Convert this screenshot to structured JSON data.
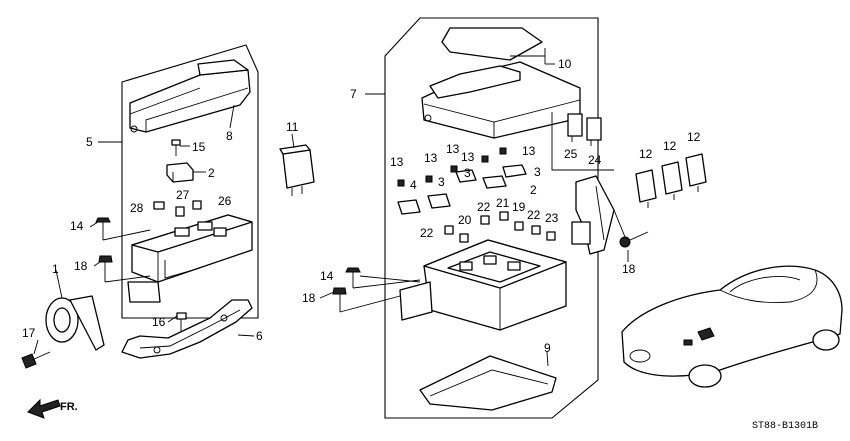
{
  "labels": {
    "l1": "1",
    "l2a": "2",
    "l2b": "2",
    "l3a": "3",
    "l3b": "3",
    "l3c": "3",
    "l4": "4",
    "l5": "5",
    "l6": "6",
    "l7": "7",
    "l8": "8",
    "l9": "9",
    "l10": "10",
    "l11": "11",
    "l12a": "12",
    "l12b": "12",
    "l12c": "12",
    "l13a": "13",
    "l13b": "13",
    "l13c": "13",
    "l13d": "13",
    "l13e": "13",
    "l14a": "14",
    "l14b": "14",
    "l15": "15",
    "l16": "16",
    "l17": "17",
    "l18a": "18",
    "l18b": "18",
    "l18c": "18",
    "l19": "19",
    "l20": "20",
    "l21": "21",
    "l22a": "22",
    "l22b": "22",
    "l22c": "22",
    "l23": "23",
    "l24": "24",
    "l25": "25",
    "l26": "26",
    "l27": "27",
    "l28": "28"
  },
  "direction_label": "FR.",
  "diagram_code": "ST88-B1301B"
}
